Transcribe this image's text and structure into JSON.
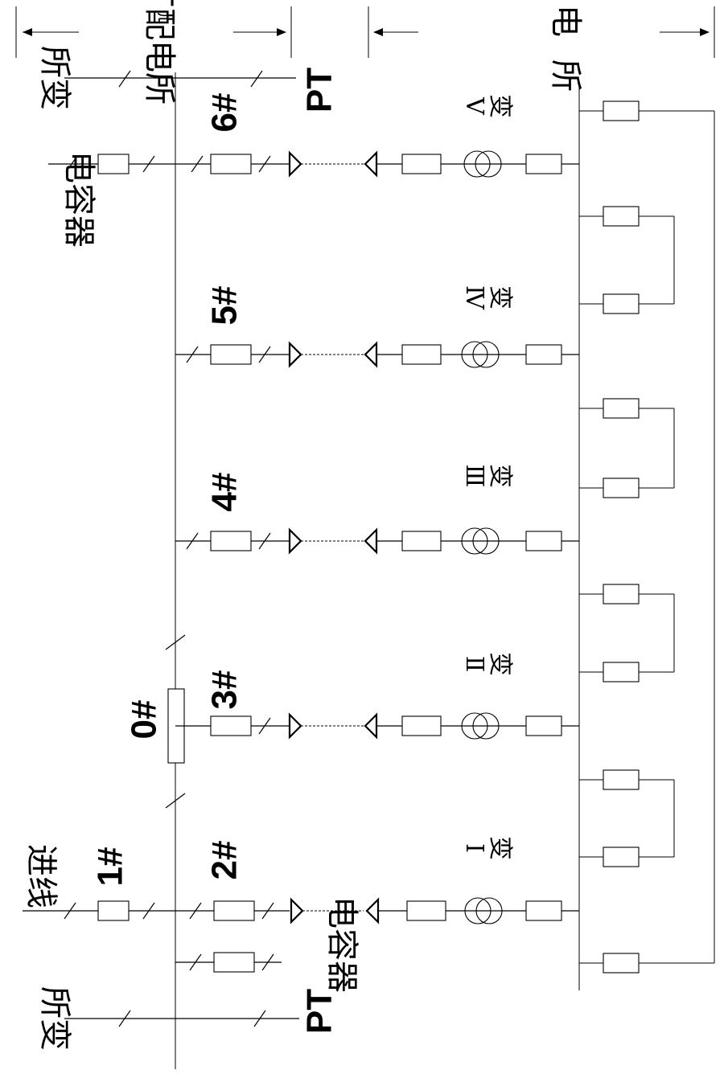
{
  "header": {
    "left_section": "厂配电所",
    "right_section": "变电所"
  },
  "labels": {
    "feeder_in": "进线",
    "feeder_1": "1#",
    "feeder_2": "2#",
    "feeder_3": "3#",
    "feeder_4": "4#",
    "feeder_5": "5#",
    "feeder_6": "6#",
    "bus_tie": "0#",
    "station_transformer_top": "所变",
    "station_transformer_bottom": "所变",
    "pt_top": "PT",
    "pt_bottom": "PT",
    "capacitor_top": "电容器",
    "capacitor_bottom": "电容器"
  },
  "substations": [
    {
      "numeral": "Ⅰ",
      "suffix": "变"
    },
    {
      "numeral": "Ⅱ",
      "suffix": "变"
    },
    {
      "numeral": "Ⅲ",
      "suffix": "变"
    },
    {
      "numeral": "Ⅳ",
      "suffix": "变"
    },
    {
      "numeral": "Ⅴ",
      "suffix": "变"
    }
  ]
}
